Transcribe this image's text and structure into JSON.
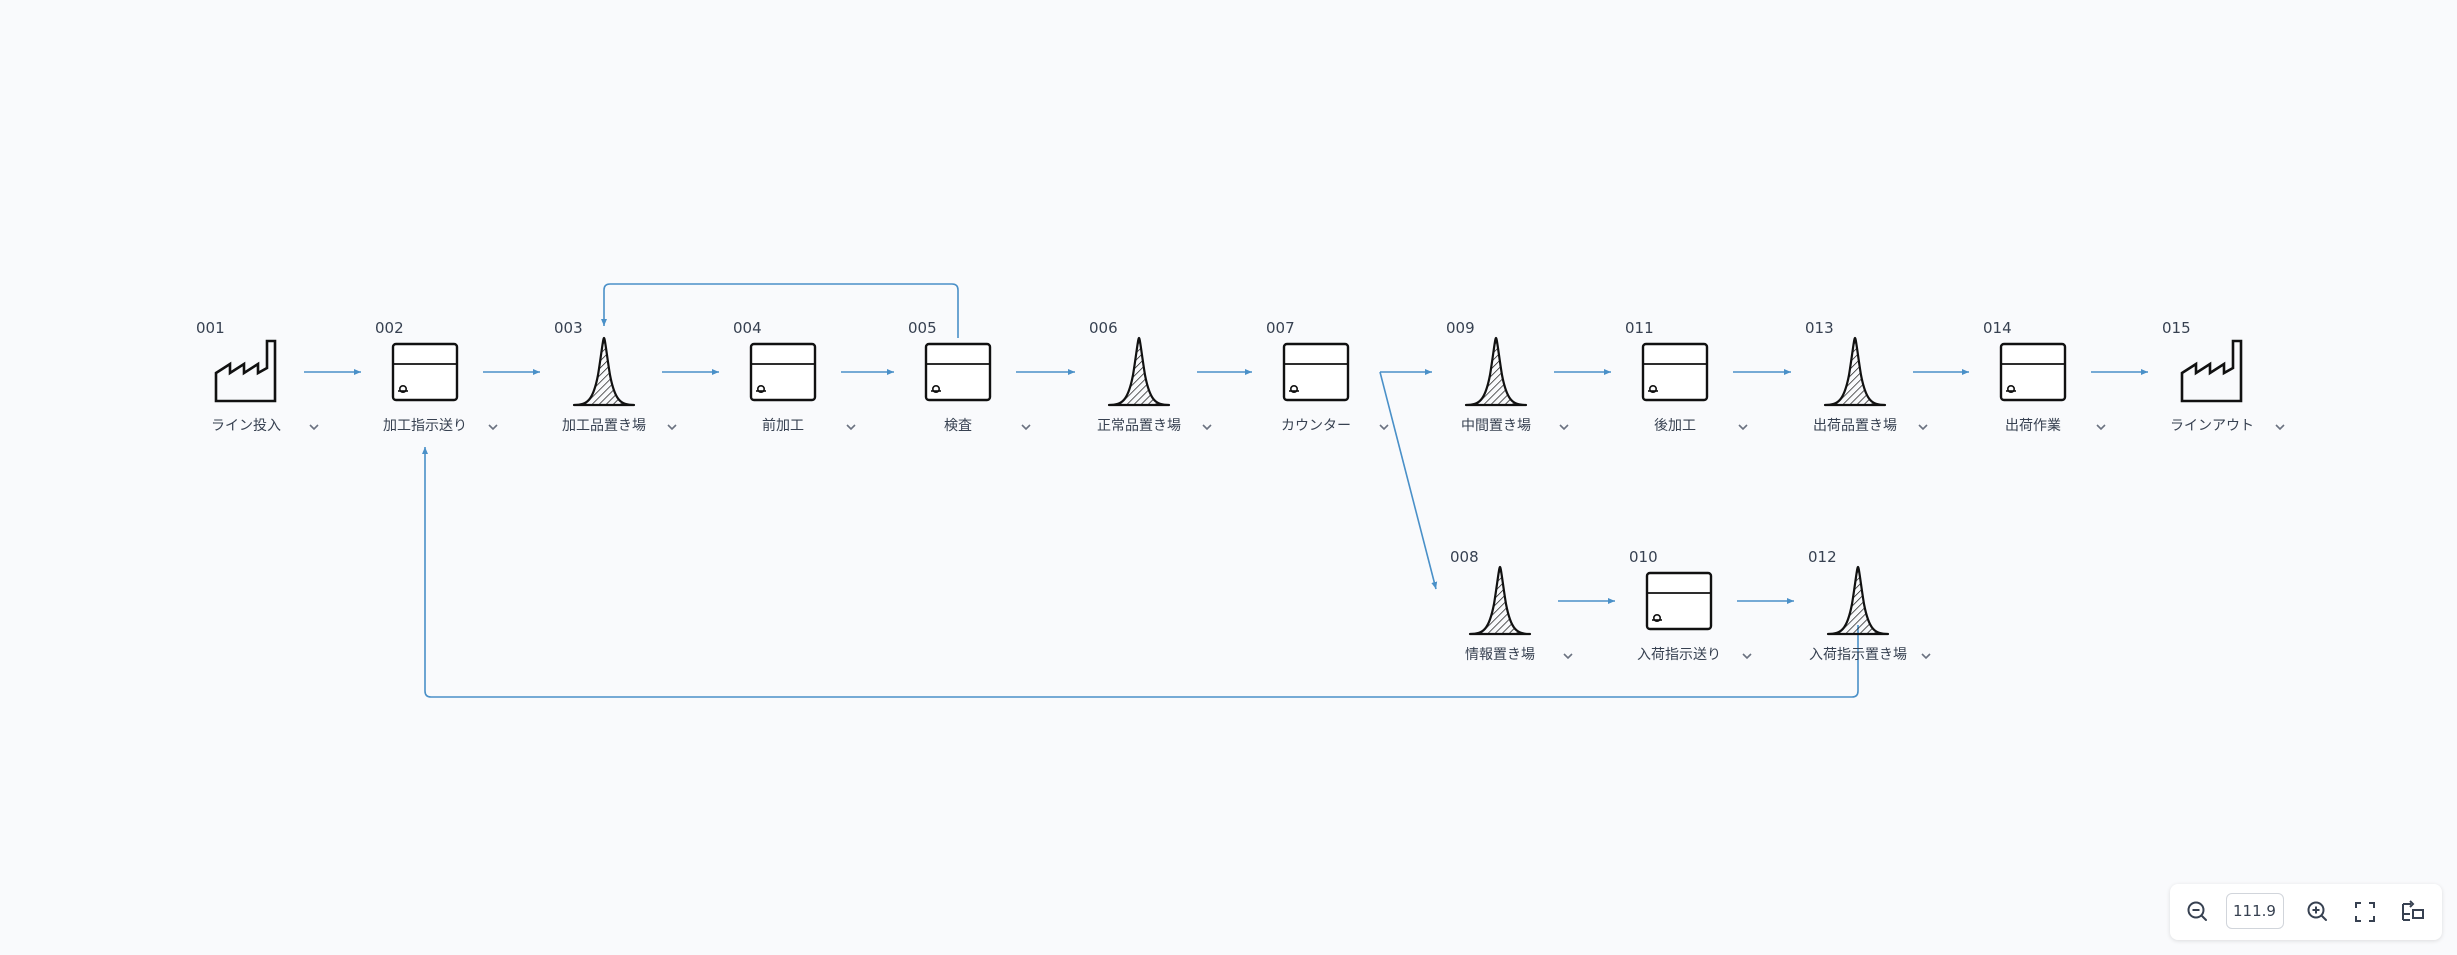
{
  "nodes": [
    {
      "id": "n001",
      "code": "001",
      "label": "ライン投入",
      "type": "factory"
    },
    {
      "id": "n002",
      "code": "002",
      "label": "加工指示送り",
      "type": "process"
    },
    {
      "id": "n003",
      "code": "003",
      "label": "加工品置き場",
      "type": "inventory"
    },
    {
      "id": "n004",
      "code": "004",
      "label": "前加工",
      "type": "process"
    },
    {
      "id": "n005",
      "code": "005",
      "label": "検査",
      "type": "process"
    },
    {
      "id": "n006",
      "code": "006",
      "label": "正常品置き場",
      "type": "inventory"
    },
    {
      "id": "n007",
      "code": "007",
      "label": "カウンター",
      "type": "process"
    },
    {
      "id": "n009",
      "code": "009",
      "label": "中間置き場",
      "type": "inventory"
    },
    {
      "id": "n011",
      "code": "011",
      "label": "後加工",
      "type": "process"
    },
    {
      "id": "n013",
      "code": "013",
      "label": "出荷品置き場",
      "type": "inventory"
    },
    {
      "id": "n014",
      "code": "014",
      "label": "出荷作業",
      "type": "process"
    },
    {
      "id": "n015",
      "code": "015",
      "label": "ラインアウト",
      "type": "factory"
    },
    {
      "id": "n008",
      "code": "008",
      "label": "情報置き場",
      "type": "inventory"
    },
    {
      "id": "n010",
      "code": "010",
      "label": "入荷指示送り",
      "type": "process"
    },
    {
      "id": "n012",
      "code": "012",
      "label": "入荷指示置き場",
      "type": "inventory"
    }
  ],
  "edges": [
    {
      "from": "n001",
      "to": "n002"
    },
    {
      "from": "n002",
      "to": "n003"
    },
    {
      "from": "n003",
      "to": "n004"
    },
    {
      "from": "n004",
      "to": "n005"
    },
    {
      "from": "n005",
      "to": "n006"
    },
    {
      "from": "n006",
      "to": "n007"
    },
    {
      "from": "n007",
      "to": "n009"
    },
    {
      "from": "n009",
      "to": "n011"
    },
    {
      "from": "n011",
      "to": "n013"
    },
    {
      "from": "n013",
      "to": "n014"
    },
    {
      "from": "n014",
      "to": "n015"
    },
    {
      "from": "n007",
      "to": "n008"
    },
    {
      "from": "n008",
      "to": "n010"
    },
    {
      "from": "n010",
      "to": "n012"
    },
    {
      "from": "n005",
      "to": "n003"
    },
    {
      "from": "n012",
      "to": "n002"
    }
  ],
  "toolbar": {
    "zoom_value": "111.93"
  },
  "colors": {
    "edge": "#4a90c8",
    "icon": "#111111",
    "background": "#f9fafc"
  }
}
